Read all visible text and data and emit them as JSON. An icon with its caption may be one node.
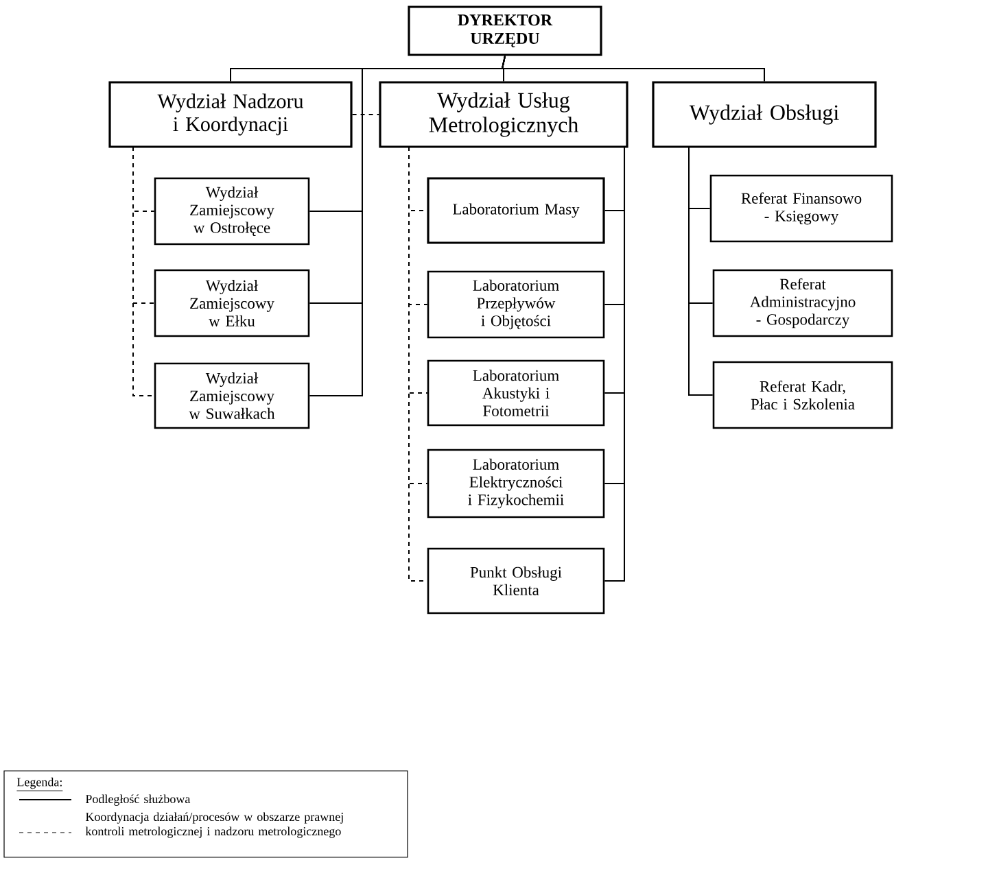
{
  "diagram": {
    "nodes": [
      {
        "text": [
          "DYREKTOR URZĘDU"
        ]
      },
      {
        "text": [
          "Wydział Nadzoru i Koordynacji"
        ]
      },
      {
        "text": [
          "Wydział Usług Metrologicznych"
        ]
      },
      {
        "text": [
          "Wydział Obsługi"
        ]
      },
      {
        "text": [
          "Wydział Zamiejscowy w Ostrołęce"
        ]
      },
      {
        "text": [
          "Wydział Zamiejscowy w Ełku"
        ]
      },
      {
        "text": [
          "Wydział Zamiejscowy w Suwałkach"
        ]
      },
      {
        "text": [
          "Laboratorium Masy"
        ]
      },
      {
        "text": [
          "Laboratorium Przepływów i Objętości"
        ]
      },
      {
        "text": [
          "Laboratorium Akustyki i Fotometrii"
        ]
      },
      {
        "text": [
          "Laboratorium Elektryczności i Fizykochemii"
        ]
      },
      {
        "text": [
          "Punkt Obsługi Klienta"
        ]
      },
      {
        "text": [
          "Referat Finansowo - Księgowy"
        ]
      },
      {
        "text": [
          "Referat Administracyjno - Gospodarczy"
        ]
      },
      {
        "text": [
          "Referat Kadr, Płac i Szkolenia"
        ]
      }
    ],
    "edges": [
      {
        "from": 0,
        "to": 1,
        "arrow": "none"
      },
      {
        "from": 0,
        "to": 2,
        "arrow": "none"
      },
      {
        "from": 0,
        "to": 3,
        "arrow": "none"
      },
      {
        "from": 1,
        "to": 2,
        "arrow": "none",
        "style": "dashed"
      },
      {
        "from": 0,
        "to": 4,
        "arrow": "none"
      },
      {
        "from": 0,
        "to": 5,
        "arrow": "none"
      },
      {
        "from": 0,
        "to": 6,
        "arrow": "none"
      },
      {
        "from": 1,
        "to": 4,
        "arrow": "none",
        "style": "dashed"
      },
      {
        "from": 1,
        "to": 5,
        "arrow": "none",
        "style": "dashed"
      },
      {
        "from": 1,
        "to": 6,
        "arrow": "none",
        "style": "dashed"
      },
      {
        "from": 2,
        "to": 7,
        "arrow": "none"
      },
      {
        "from": 2,
        "to": 8,
        "arrow": "none"
      },
      {
        "from": 2,
        "to": 9,
        "arrow": "none"
      },
      {
        "from": 2,
        "to": 10,
        "arrow": "none"
      },
      {
        "from": 2,
        "to": 11,
        "arrow": "none"
      },
      {
        "from": 2,
        "to": 7,
        "arrow": "none",
        "style": "dashed"
      },
      {
        "from": 2,
        "to": 8,
        "arrow": "none",
        "style": "dashed"
      },
      {
        "from": 2,
        "to": 9,
        "arrow": "none",
        "style": "dashed"
      },
      {
        "from": 2,
        "to": 10,
        "arrow": "none",
        "style": "dashed"
      },
      {
        "from": 2,
        "to": 11,
        "arrow": "none",
        "style": "dashed"
      },
      {
        "from": 3,
        "to": 12,
        "arrow": "none"
      },
      {
        "from": 3,
        "to": 13,
        "arrow": "none"
      },
      {
        "from": 3,
        "to": 14,
        "arrow": "none"
      }
    ],
    "labels": [
      "Legenda:"
    ],
    "legend": [
      {
        "text": "Podległość służbowa"
      },
      {
        "text": "Koordynacja działań/procesów w obszarze prawnej kontroli metrologicznej i nadzoru metrologicznego"
      }
    ]
  }
}
